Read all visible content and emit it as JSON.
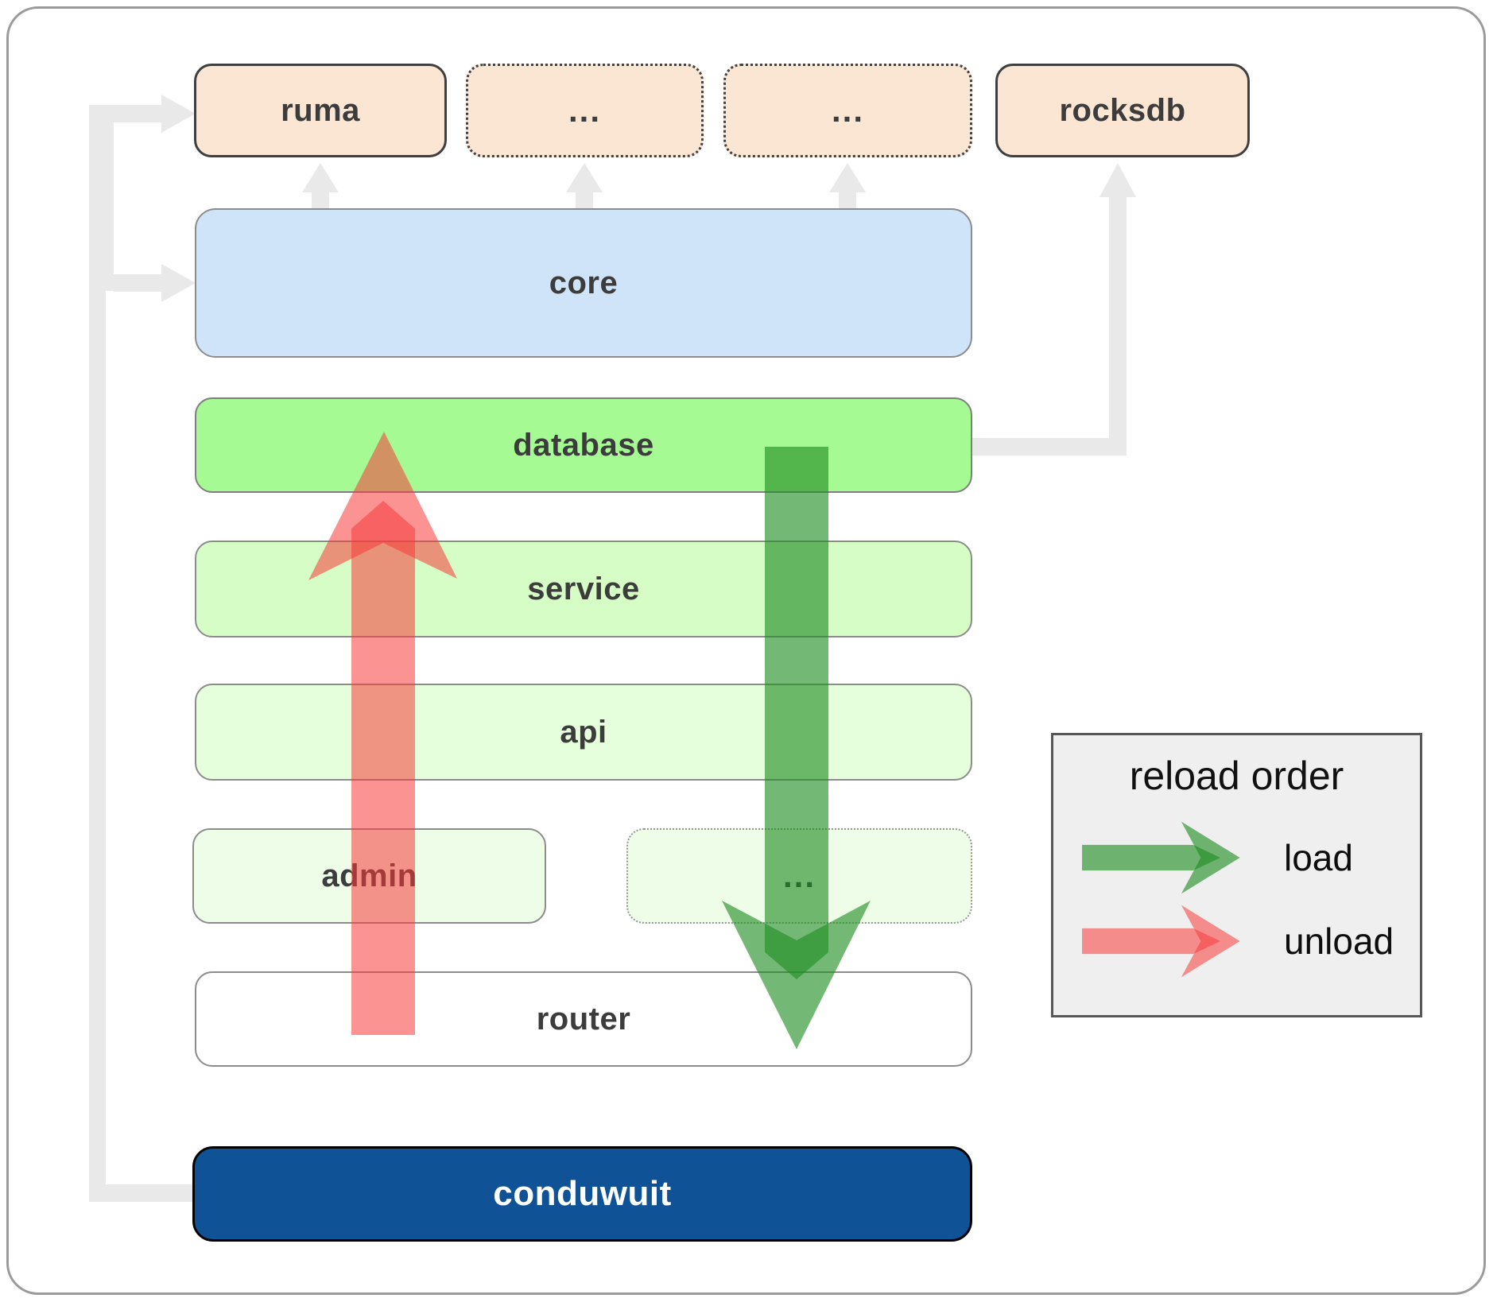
{
  "diagram": {
    "modules": {
      "ruma": "ruma",
      "dots": "...",
      "rocksdb": "rocksdb",
      "core": "core",
      "database": "database",
      "service": "service",
      "api": "api",
      "admin": "admin",
      "router": "router",
      "conduwuit": "conduwuit"
    }
  },
  "legend": {
    "title": "reload order",
    "load_label": "load",
    "unload_label": "unload"
  },
  "colors": {
    "crate_bg": "#fbe5d3",
    "core_bg": "#cfe4f8",
    "database_bg": "#a5fa94",
    "service_bg": "#d5fdc5",
    "api_bg": "#e5fedb",
    "admin_bg": "#eefde8",
    "conduwuit_bg": "#0f5296",
    "connector": "#e9e9e9",
    "load_arrow": "#1f8c22",
    "unload_arrow": "#f83b3b",
    "legend_bg": "#efefef"
  }
}
